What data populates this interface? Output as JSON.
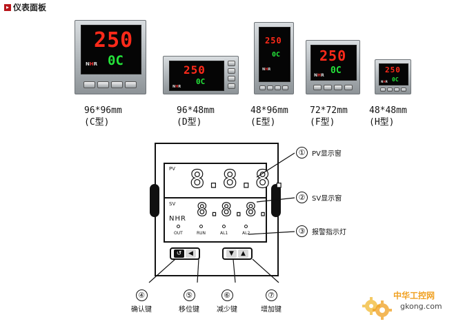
{
  "heading": {
    "title": "仪表面板"
  },
  "meters": [
    {
      "pv": "250",
      "sv": "0C",
      "logo_left": "N",
      "logo_mid": "H",
      "logo_right": "R",
      "size": "96*96mm",
      "type": "(C型)"
    },
    {
      "pv": "250",
      "sv": "0C",
      "logo_left": "N",
      "logo_mid": "H",
      "logo_right": "R",
      "size": "96*48mm",
      "type": "(D型)"
    },
    {
      "pv": "250",
      "sv": "0C",
      "logo_left": "N",
      "logo_mid": "H",
      "logo_right": "R",
      "size": "48*96mm",
      "type": "(E型)"
    },
    {
      "pv": "250",
      "sv": "0C",
      "logo_left": "N",
      "logo_mid": "H",
      "logo_right": "R",
      "size": "72*72mm",
      "type": "(F型)"
    },
    {
      "pv": "250",
      "sv": "0C",
      "logo_left": "N",
      "logo_mid": "H",
      "logo_right": "R",
      "size": "48*48mm",
      "type": "(H型)"
    }
  ],
  "diagram": {
    "pv_tag": "PV",
    "sv_tag": "SV",
    "pv_digits": "8.8.8.",
    "sv_digits": "8.8.8.",
    "logo": "NHR",
    "leds": [
      "OUT",
      "RUN",
      "AL1",
      "AL2"
    ],
    "callouts": [
      {
        "num": "①",
        "text": "PV显示窗"
      },
      {
        "num": "②",
        "text": "SV显示窗"
      },
      {
        "num": "③",
        "text": "报警指示灯"
      }
    ],
    "keys": [
      {
        "num": "④",
        "text": "确认键",
        "glyph": "↺"
      },
      {
        "num": "⑤",
        "text": "移位键",
        "glyph": "◀"
      },
      {
        "num": "⑥",
        "text": "减少键",
        "glyph": "▼"
      },
      {
        "num": "⑦",
        "text": "增加键",
        "glyph": "▲"
      }
    ]
  },
  "watermark": {
    "cn": "中华工控网",
    "en": "gkong.com"
  },
  "colors": {
    "pv_red": "#ff2a1a",
    "sv_green": "#24e33a",
    "key_fill": "#d9d9d9",
    "accent_red": "#b8161b",
    "watermark": "#f0a020"
  }
}
